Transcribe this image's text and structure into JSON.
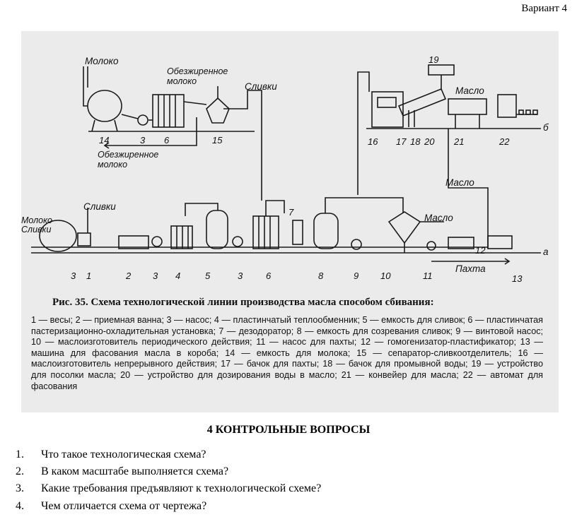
{
  "header": {
    "variant": "Вариант 4"
  },
  "figure": {
    "labels": {
      "milk_top": "Молоко",
      "skim_milk_top": "Обезжиренное\nмолоко",
      "cream_top": "Сливки",
      "skim_milk_bottom": "Обезжиренное\nмолоко",
      "cream_left": "Сливки",
      "milk_cream_in": "Молоко\nСливки",
      "butter_top": "Масло",
      "butter_mid": "Масло",
      "butter_low": "Масло",
      "buttermilk": "Пахта",
      "line_b": "б",
      "line_a": "а"
    },
    "numbers": {
      "n14": "14",
      "n3a": "3",
      "n6a": "6",
      "n15": "15",
      "n16": "16",
      "n17": "17",
      "n18": "18",
      "n20": "20",
      "n21": "21",
      "n22": "22",
      "n19": "19",
      "n3b": "3",
      "n1": "1",
      "n2": "2",
      "n3c": "3",
      "n4": "4",
      "n5": "5",
      "n3d": "3",
      "n6b": "6",
      "n7": "7",
      "n8": "8",
      "n9": "9",
      "n10": "10",
      "n11": "11",
      "n12": "12",
      "n13": "13"
    },
    "caption": "Рис. 35. Схема технологической линии производства масла способом сбивания:",
    "legend": "1 — весы; 2 — приемная ванна; 3 — насос; 4 — пластинчатый теплообменник; 5 — емкость для сливок; 6 — пластинчатая пастеризационно-охладительная установка; 7 — дезодоратор; 8 — емкость для созревания сливок; 9 — винтовой насос; 10 — маслоизготовитель периодического действия; 11 — насос для пахты; 12 — гомогенизатор-пластификатор; 13 — машина для фасования масла в короба; 14 — емкость для молока; 15 — сепаратор-сливкоотделитель; 16 — маслоизготовитель непрерывного действия; 17 — бачок для пахты; 18 — бачок для промывной воды; 19 — устройство для посолки масла; 20 — устройство для дозирования воды в масло; 21 — конвейер для масла; 22 — автомат для фасования"
  },
  "section": {
    "title": "4 КОНТРОЛЬНЫЕ ВОПРОСЫ",
    "questions": [
      {
        "num": "1.",
        "text": "Что такое технологическая схема?"
      },
      {
        "num": "2.",
        "text": "В каком масштабе выполняется схема?"
      },
      {
        "num": "3.",
        "text": "Какие требования предъявляют к технологической схеме?"
      },
      {
        "num": "4.",
        "text": "Чем отличается схема от чертежа?"
      }
    ]
  }
}
